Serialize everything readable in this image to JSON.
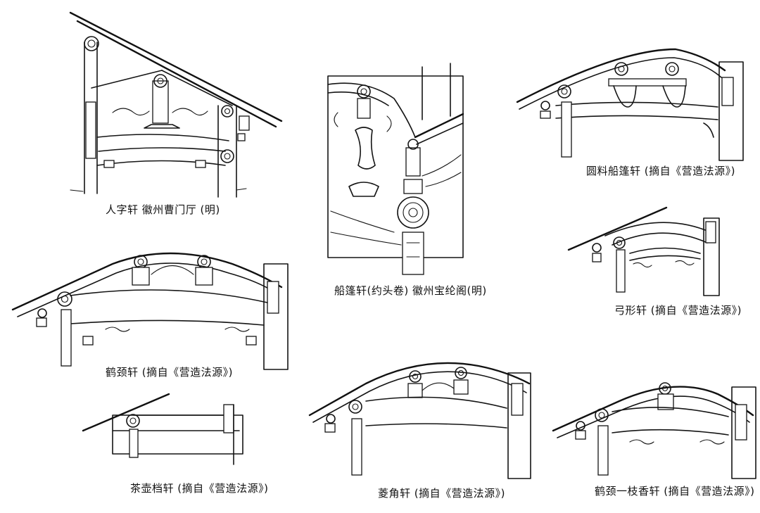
{
  "sheet": {
    "captions": {
      "renzi": "人字轩  徽州曹门厅 (明)",
      "chuanpeng_hui": "船篷轩(约头卷)  徽州宝纶阁(明)",
      "yuanliao": "圆料船篷轩 (摘自《营造法源》)",
      "gongxing": "弓形轩 (摘自《营造法源》)",
      "hejing": "鹤颈轩 (摘自《营造法源》)",
      "chahu": "茶壶档轩 (摘自《营造法源》)",
      "lingjiao": "菱角轩 (摘自《营造法源》)",
      "hejing_yizhixiang": "鹤颈一枝香轩 (摘自《营造法源》)"
    }
  }
}
